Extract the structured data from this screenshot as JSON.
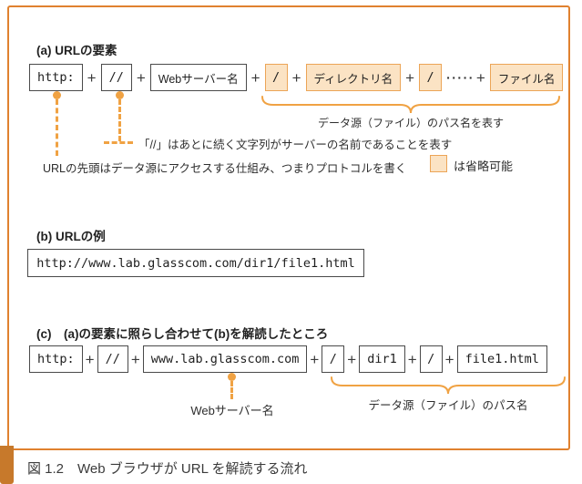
{
  "section_a": {
    "header": "(a) URLの要素",
    "plus": "+",
    "dots": "·····",
    "box_scheme": "http:",
    "box_slashes": "//",
    "box_server": "Webサーバー名",
    "box_slash": "/",
    "box_dir": "ディレクトリ名",
    "box_file": "ファイル名",
    "brace_label": "データ源（ファイル）のパス名を表す",
    "note_slashes": "「//」はあとに続く文字列がサーバーの名前であることを表す",
    "note_protocol": "URLの先頭はデータ源にアクセスする仕組み、つまりプロトコルを書く",
    "legend_label": "は省略可能"
  },
  "section_b": {
    "header": "(b) URLの例",
    "url": "http://www.lab.glasscom.com/dir1/file1.html"
  },
  "section_c": {
    "header": "(c)　(a)の要素に照らし合わせて(b)を解読したところ",
    "plus": "+",
    "box_scheme": "http:",
    "box_slashes": "//",
    "box_host": "www.lab.glasscom.com",
    "box_slash": "/",
    "box_dir": "dir1",
    "box_file": "file1.html",
    "server_label": "Webサーバー名",
    "brace_label": "データ源（ファイル）のパス名"
  },
  "caption": "図 1.2　Web ブラウザが URL を解読する流れ",
  "colors": {
    "frame_border": "#E0812F",
    "optional_fill": "#FBE3C4",
    "optional_border": "#ECA557",
    "annotation_orange": "#F0A243",
    "caption_tab": "#C7792B",
    "box_border": "#4a4a4a",
    "text": "#2e2e2e"
  }
}
